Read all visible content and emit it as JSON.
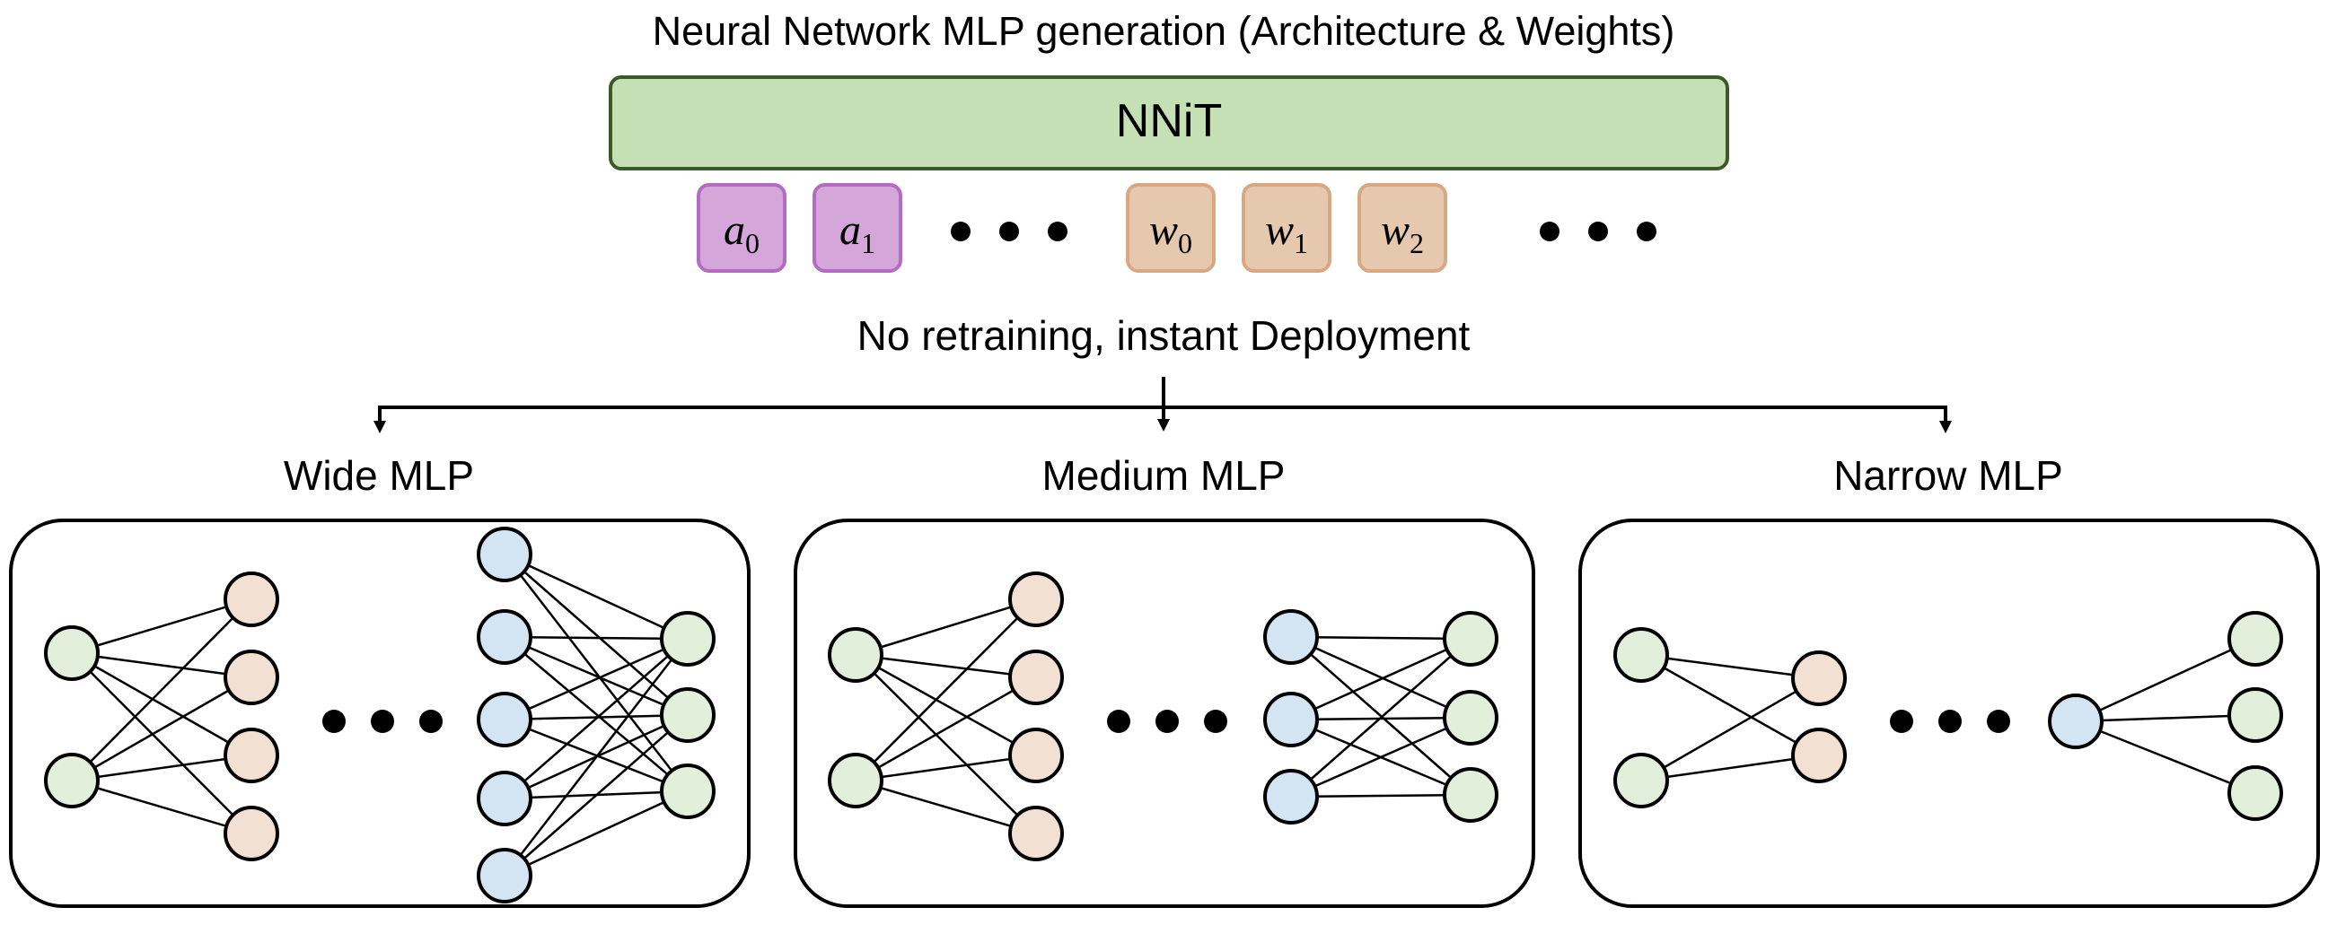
{
  "title": "Neural Network MLP generation (Architecture & Weights)",
  "model_label": "NNiT",
  "tokens": [
    {
      "base": "a",
      "sub": "0",
      "kind": "arch"
    },
    {
      "base": "a",
      "sub": "1",
      "kind": "arch"
    },
    {
      "base": "w",
      "sub": "0",
      "kind": "weight"
    },
    {
      "base": "w",
      "sub": "1",
      "kind": "weight"
    },
    {
      "base": "w",
      "sub": "2",
      "kind": "weight"
    }
  ],
  "deploy_label": "No retraining, instant Deployment",
  "variants": [
    {
      "label": "Wide MLP"
    },
    {
      "label": "Medium MLP"
    },
    {
      "label": "Narrow MLP"
    }
  ],
  "colors": {
    "model_fill": "#c5e0b4",
    "model_stroke": "#3a5a2a",
    "arch_fill": "#d4a6d9",
    "arch_stroke": "#b46cc0",
    "weight_fill": "#e6c8ae",
    "weight_stroke": "#d8a882",
    "input_node": "#e2efda",
    "hidden_first": "#f2e1d3",
    "hidden_last": "#d3e5f3",
    "output_node": "#e2efda"
  }
}
